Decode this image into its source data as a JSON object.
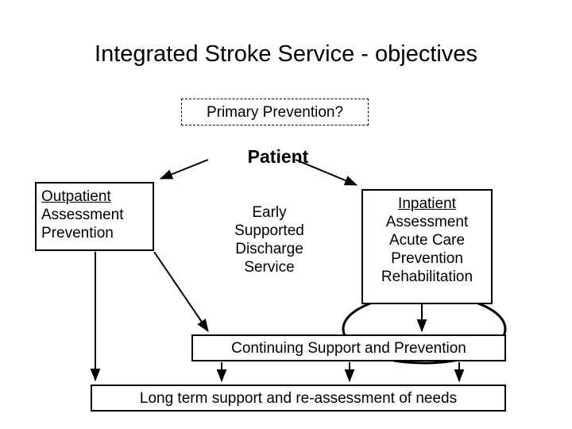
{
  "slide": {
    "title": "Integrated Stroke Service - objectives",
    "background_color": "#ffffff",
    "text_color": "#000000"
  },
  "nodes": {
    "primary_prevention": {
      "label": "Primary Prevention?",
      "style": "dashed-box"
    },
    "patient": {
      "label": "Patient",
      "style": "bold-plain-text"
    },
    "outpatient": {
      "heading": "Outpatient",
      "lines": [
        "Assessment",
        "Prevention"
      ],
      "style": "solid-box"
    },
    "early_supported_discharge": {
      "lines": [
        "Early",
        "Supported",
        "Discharge",
        "Service"
      ],
      "style": "plain-text"
    },
    "inpatient": {
      "heading": "Inpatient",
      "lines": [
        "Assessment",
        "Acute Care",
        "Prevention",
        "Rehabilitation"
      ],
      "style": "solid-box"
    },
    "continuing_support": {
      "label": "Continuing Support and Prevention",
      "style": "solid-box"
    },
    "long_term_support": {
      "label": "Long term support and re-assessment of needs",
      "style": "solid-box"
    },
    "highlight_ellipse": {
      "label": "",
      "style": "ellipse-outline",
      "encircles": "Inpatient / Continuing Support overlap"
    }
  },
  "connectors": [
    {
      "name": "patient-to-outpatient",
      "from": "patient",
      "to": "outpatient",
      "arrow": true
    },
    {
      "name": "patient-to-inpatient",
      "from": "patient",
      "to": "inpatient",
      "arrow": true
    },
    {
      "name": "outpatient-to-long-term",
      "from": "outpatient",
      "to": "long_term_support",
      "arrow": true
    },
    {
      "name": "outpatient-to-continuing-support",
      "from": "outpatient",
      "to": "continuing_support",
      "arrow": true
    },
    {
      "name": "inpatient-to-continuing-support",
      "from": "inpatient",
      "to": "continuing_support",
      "arrow": true
    },
    {
      "name": "continuing-support-to-long-term-left",
      "from": "continuing_support",
      "to": "long_term_support",
      "arrow": true
    },
    {
      "name": "continuing-support-to-long-term-mid",
      "from": "continuing_support",
      "to": "long_term_support",
      "arrow": true
    },
    {
      "name": "continuing-support-to-long-term-right",
      "from": "continuing_support",
      "to": "long_term_support",
      "arrow": true
    }
  ]
}
